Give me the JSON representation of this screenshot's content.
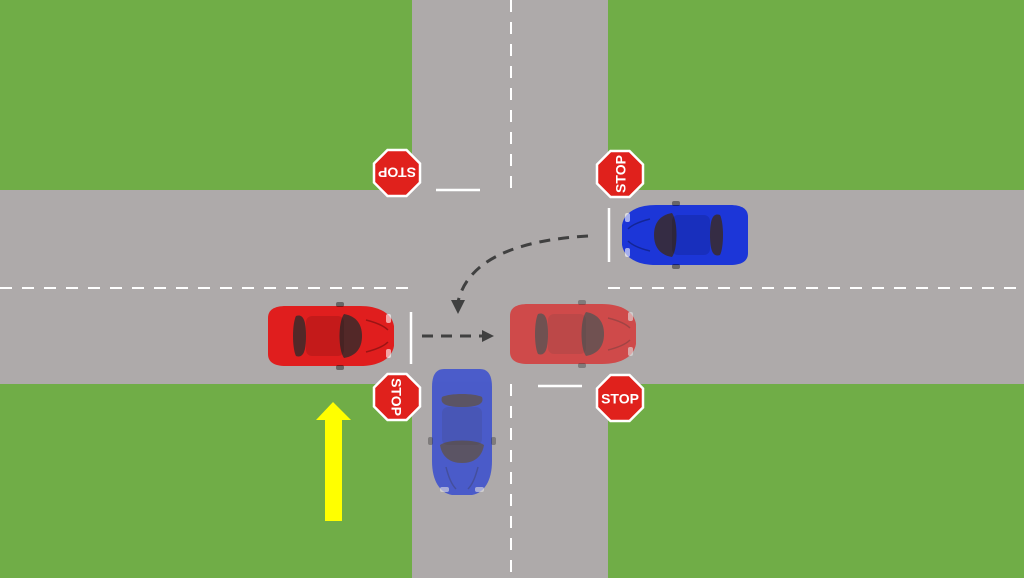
{
  "colors": {
    "grass": "#70ad47",
    "road": "#aeaaaa",
    "lane_marking": "#ffffff",
    "stop_sign": "#e0211c",
    "red_car": "#e01e1e",
    "blue_car": "#1c36d8",
    "arrow_path": "#404040",
    "direction_arrow": "#ffff00"
  },
  "signs": {
    "north_west": {
      "label": "STOP",
      "orientation": "upside-down"
    },
    "north_east": {
      "label": "STOP",
      "orientation": "rotated-left"
    },
    "south_west": {
      "label": "STOP",
      "orientation": "rotated-right"
    },
    "south_east": {
      "label": "STOP",
      "orientation": "upright"
    }
  },
  "vehicles": {
    "red_car_stopped": {
      "color": "red",
      "state": "waiting at stop line, facing east"
    },
    "red_car_ghost": {
      "color": "red",
      "state": "projected position after going straight"
    },
    "blue_car_stopped": {
      "color": "blue",
      "state": "waiting at stop line, facing west"
    },
    "blue_car_ghost": {
      "color": "blue",
      "state": "projected position after left turn, facing south"
    }
  },
  "icons": {
    "straight_path": "dashed-arrow-right-icon",
    "turn_path": "dashed-curved-arrow-icon",
    "direction": "yellow-up-arrow-icon"
  }
}
